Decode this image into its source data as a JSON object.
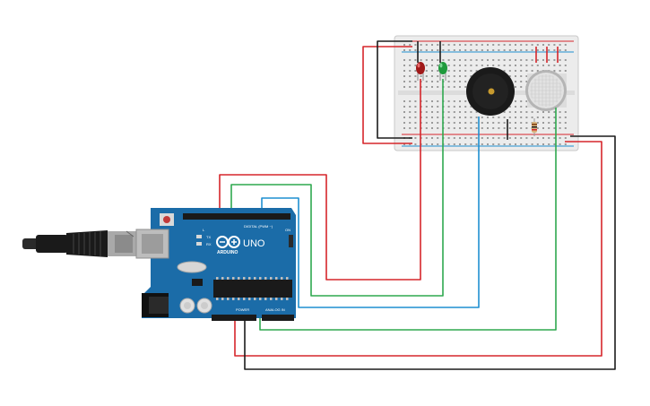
{
  "board": {
    "logo": "ARDUINO",
    "model": "UNO",
    "digital_header": "DIGITAL (PWM ~)",
    "power_header": "POWER",
    "analog_header": "ANALOG IN",
    "tx": "TX",
    "rx": "RX",
    "on": "ON",
    "l": "L"
  },
  "components": {
    "led_red": "red LED",
    "led_green": "green LED",
    "buzzer": "piezo buzzer",
    "gas_sensor": "gas sensor",
    "resistor": "resistor",
    "usb": "USB cable"
  },
  "colors": {
    "wire_red": "#d6262b",
    "wire_green": "#2fa84f",
    "wire_blue": "#1f8fd1",
    "wire_black": "#1c1c1c",
    "board": "#1b6ca8",
    "breadboard": "#ececec"
  }
}
